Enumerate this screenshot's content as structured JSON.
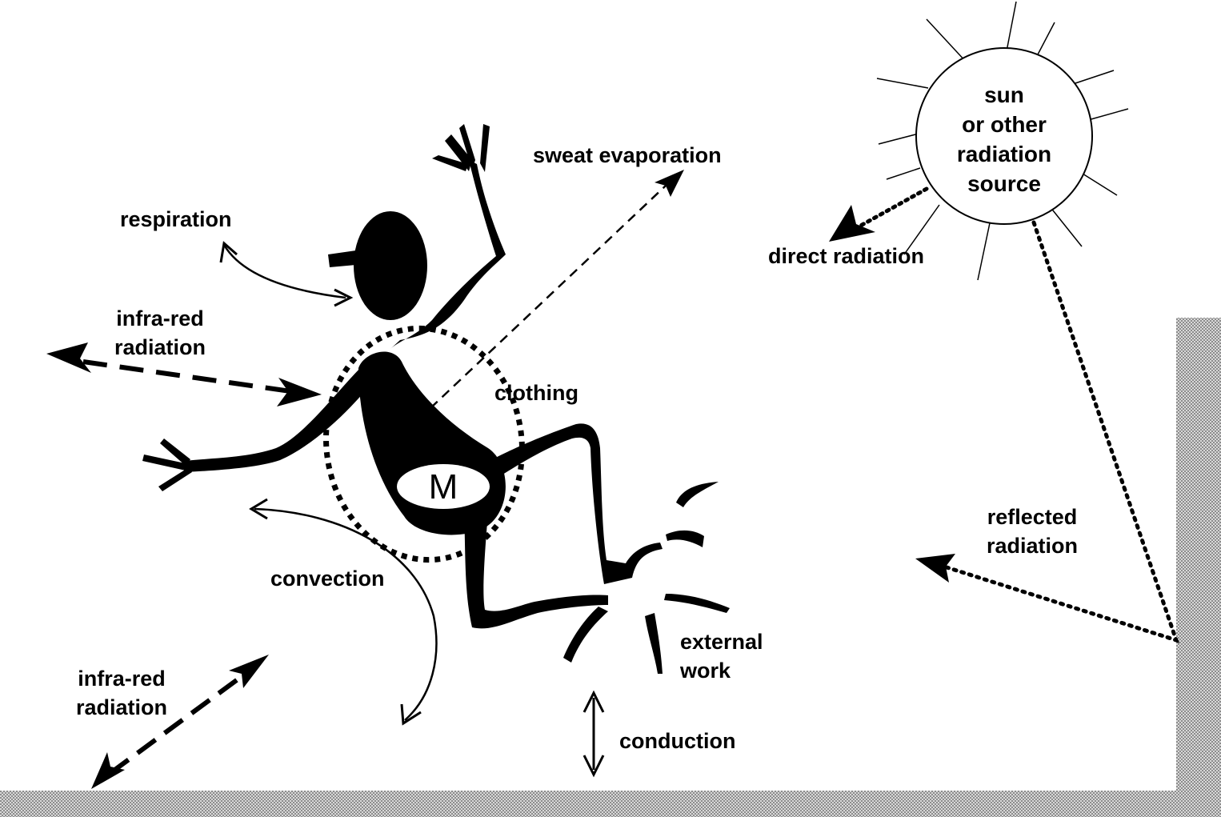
{
  "labels": {
    "respiration": "respiration",
    "infrared_upper": [
      "infra-red",
      "radiation"
    ],
    "sweat_evaporation": "sweat evaporation",
    "clothing": "clothing",
    "metabolism": "M",
    "convection": "convection",
    "infrared_lower": [
      "infra-red",
      "radiation"
    ],
    "external_work": [
      "external",
      "work"
    ],
    "conduction": "conduction",
    "sun": [
      "sun",
      "or other",
      "radiation",
      "source"
    ],
    "direct_radiation": "direct radiation",
    "reflected_radiation": [
      "reflected",
      "radiation"
    ]
  },
  "colors": {
    "ink": "#000000",
    "background": "#ffffff",
    "surface": "#bdbdbd"
  }
}
